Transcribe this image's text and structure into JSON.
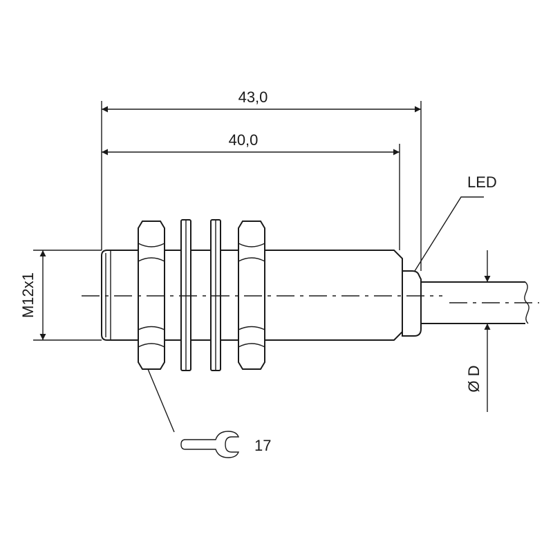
{
  "dimensions": {
    "overall_length": "43,0",
    "thread_length": "40,0",
    "thread_size": "M12x1",
    "cable_diameter": "Ø D",
    "wrench_size": "17"
  },
  "callouts": {
    "led": "LED"
  },
  "icons": {
    "wrench": "open-end-wrench-icon"
  }
}
